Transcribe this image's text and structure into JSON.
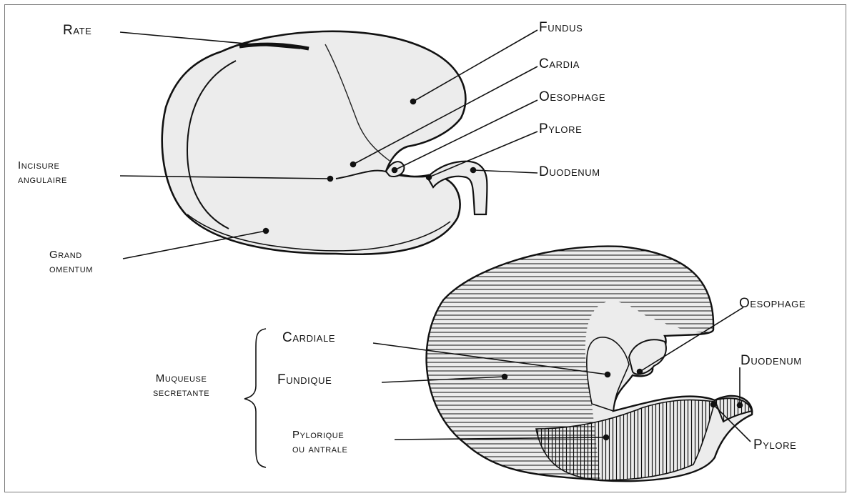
{
  "top_diagram": {
    "labels": {
      "rate": "Rate",
      "fundus": "Fundus",
      "cardia": "Cardia",
      "oesophage": "Oesophage",
      "pylore": "Pylore",
      "duodenum": "Duodenum",
      "incisure_line1": "Incisure",
      "incisure_line2": "angulaire",
      "grand_line1": "Grand",
      "grand_line2": "omentum"
    }
  },
  "bottom_diagram": {
    "labels": {
      "oesophage": "Oesophage",
      "duodenum": "Duodenum",
      "pylore": "Pylore",
      "cardiale": "Cardiale",
      "fundique": "Fundique",
      "pylorique_line1": "Pylorique",
      "pylorique_line2": "ou antrale",
      "muqueuse_line1": "Muqueuse",
      "muqueuse_line2": "secretante"
    }
  },
  "colors": {
    "fill": "#ececec",
    "ink": "#111111",
    "frame": "#7a7a7a"
  }
}
